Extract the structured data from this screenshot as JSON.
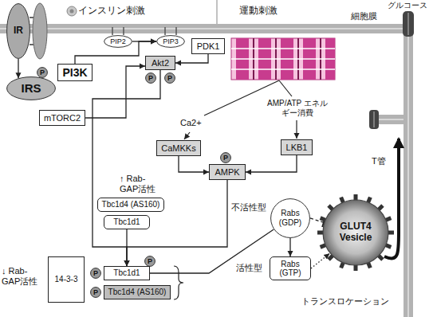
{
  "diagram": {
    "nodes": [
      {
        "text": [
          "IR"
        ]
      },
      {
        "text": [
          "PIP2"
        ]
      },
      {
        "text": [
          "PIP3"
        ]
      },
      {
        "text": [
          "PDK1"
        ]
      },
      {
        "text": [
          "IRS"
        ]
      },
      {
        "text": [
          "P"
        ]
      },
      {
        "text": [
          "PI3K"
        ]
      },
      {
        "text": [
          "Akt2"
        ]
      },
      {
        "text": [
          "P"
        ]
      },
      {
        "text": [
          "P"
        ]
      },
      {
        "text": [
          "mTORC2"
        ]
      },
      {
        "text": [
          "CaMKKs"
        ]
      },
      {
        "text": [
          "LKB1"
        ]
      },
      {
        "text": [
          "P"
        ]
      },
      {
        "text": [
          "AMPK"
        ]
      },
      {
        "text": [
          "Tbc1d4 (AS160)"
        ]
      },
      {
        "text": [
          "Tbc1d1"
        ]
      },
      {
        "text": [
          "14-3-3"
        ]
      },
      {
        "text": [
          "P"
        ]
      },
      {
        "text": [
          "P"
        ]
      },
      {
        "text": [
          "Tbc1d1"
        ]
      },
      {
        "text": [
          "P"
        ]
      },
      {
        "text": [
          "Tbc1d4 (AS160)"
        ]
      },
      {
        "text": [
          "Rabs (GDP)"
        ]
      },
      {
        "text": [
          "Rabs (GTP)"
        ]
      },
      {
        "text": [
          "GLUT4 Vesicle"
        ]
      }
    ],
    "edges": [
      {
        "from": 0,
        "to": 4,
        "arrow": "to"
      },
      {
        "from": 1,
        "to": 2,
        "arrow": "to"
      },
      {
        "from": 6,
        "to": 2,
        "arrow": "to"
      },
      {
        "from": 3,
        "to": 7,
        "arrow": "to"
      },
      {
        "from": 10,
        "to": 7,
        "arrow": "to"
      },
      {
        "from": 7,
        "to": 20,
        "arrow": "to"
      },
      {
        "from": 11,
        "to": 14,
        "arrow": "to"
      },
      {
        "from": 12,
        "to": 14,
        "arrow": "to"
      },
      {
        "from": 14,
        "to": 20,
        "arrow": "to"
      },
      {
        "from": 16,
        "to": 20,
        "arrow": "to"
      },
      {
        "from": 20,
        "to": 23,
        "arrow": "none"
      },
      {
        "from": 23,
        "to": 24,
        "arrow": "to"
      },
      {
        "from": 23,
        "to": 25,
        "arrow": "to"
      },
      {
        "from": 24,
        "to": 25,
        "arrow": "to"
      }
    ],
    "labels": [
      "インスリン刺激",
      "運動刺激",
      "細胞膜",
      "グルコース",
      "Ca2+",
      "AMP/ATP エネルギー消費",
      "↑ Rab- GAP活性",
      "↓ Rab- GAP活性",
      "不活性型",
      "活性型",
      "T管",
      "トランスロケーション"
    ]
  }
}
